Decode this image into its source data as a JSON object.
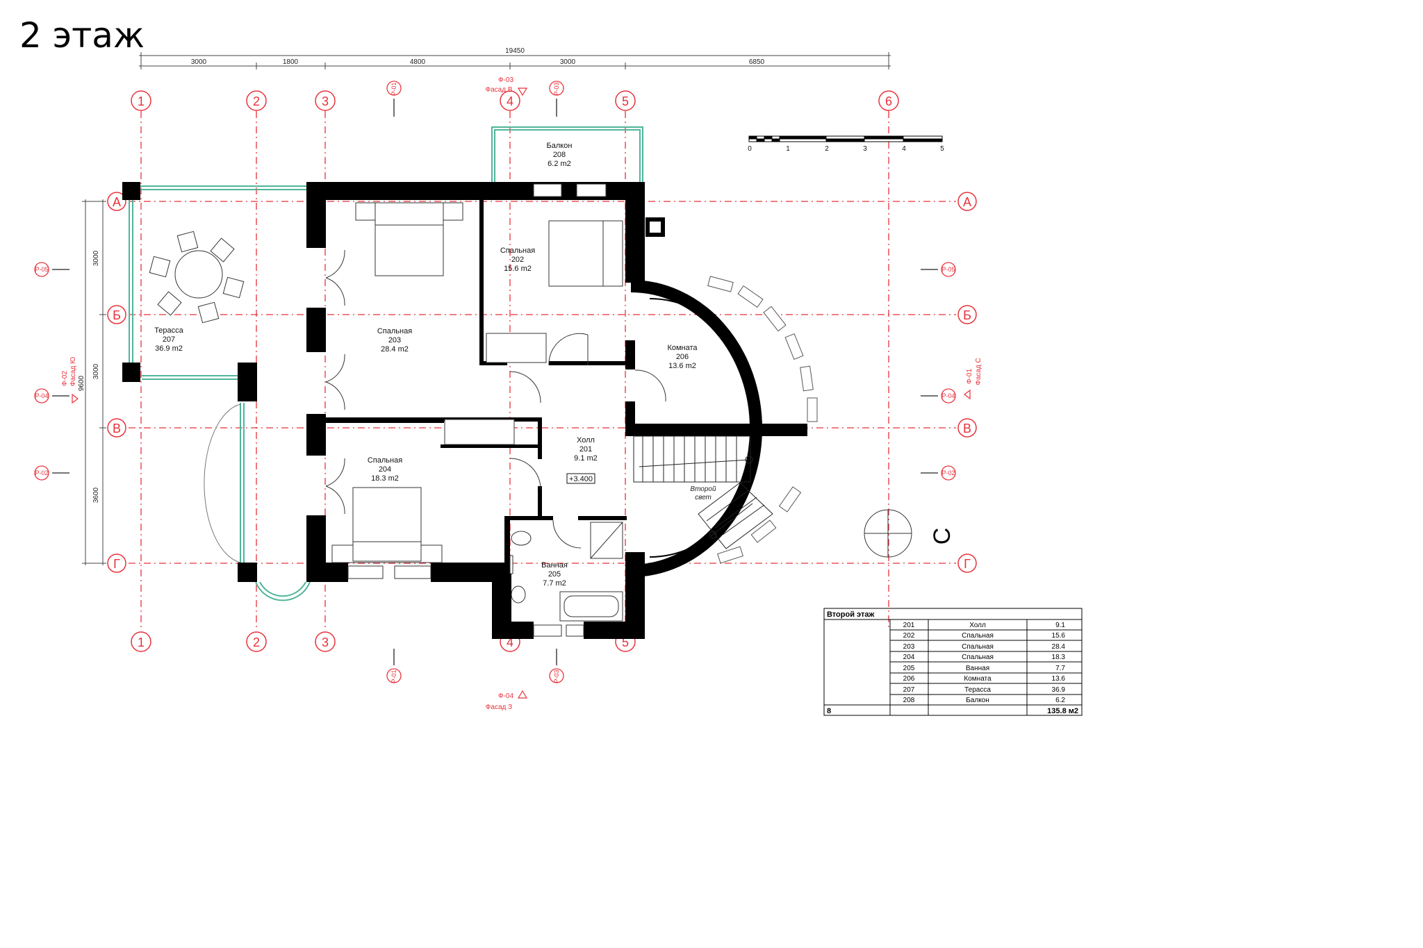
{
  "page_title": "2 этаж",
  "dimensions": {
    "total": "19450",
    "segments": [
      "3000",
      "1800",
      "4800",
      "3000",
      "6850"
    ],
    "left_total": "9600",
    "left_segments": [
      "3000",
      "3000",
      "3600"
    ]
  },
  "axes": {
    "numbers": [
      "1",
      "2",
      "3",
      "4",
      "5",
      "6"
    ],
    "letters": [
      "А",
      "Б",
      "В",
      "Г"
    ]
  },
  "section_marks": {
    "p01": "Р-01",
    "p02": "Р-02",
    "p03": "Р-03",
    "p04": "Р-04",
    "p05": "Р-05"
  },
  "facades": {
    "top_code": "Ф-03",
    "top_name": "Фасад В",
    "bottom_code": "Ф-04",
    "bottom_name": "Фасад З",
    "left_code": "Ф-02",
    "left_name": "Фасад Ю",
    "right_code": "Ф-01",
    "right_name": "Фасад С"
  },
  "rooms": {
    "r201": {
      "name": "Холл",
      "num": "201",
      "area": "9.1 m2"
    },
    "r202": {
      "name": "Спальная",
      "num": "202",
      "area": "15.6 m2"
    },
    "r203": {
      "name": "Спальная",
      "num": "203",
      "area": "28.4 m2"
    },
    "r204": {
      "name": "Спальная",
      "num": "204",
      "area": "18.3 m2"
    },
    "r205": {
      "name": "Ванная",
      "num": "205",
      "area": "7.7 m2"
    },
    "r206": {
      "name": "Комната",
      "num": "206",
      "area": "13.6 m2"
    },
    "r207": {
      "name": "Терасса",
      "num": "207",
      "area": "36.9 m2"
    },
    "r208": {
      "name": "Балкон",
      "num": "208",
      "area": "6.2 m2"
    }
  },
  "level_mark": "+3.400",
  "stair_note": {
    "line1": "Второй",
    "line2": "свет"
  },
  "scale_bar": {
    "labels": [
      "0",
      "1",
      "2",
      "3",
      "4",
      "5"
    ]
  },
  "compass_letter": "С",
  "schedule": {
    "title": "Второй этаж",
    "rows": [
      {
        "num": "201",
        "name": "Холл",
        "area": "9.1"
      },
      {
        "num": "202",
        "name": "Спальная",
        "area": "15.6"
      },
      {
        "num": "203",
        "name": "Спальная",
        "area": "28.4"
      },
      {
        "num": "204",
        "name": "Спальная",
        "area": "18.3"
      },
      {
        "num": "205",
        "name": "Ванная",
        "area": "7.7"
      },
      {
        "num": "206",
        "name": "Комната",
        "area": "13.6"
      },
      {
        "num": "207",
        "name": "Терасса",
        "area": "36.9"
      },
      {
        "num": "208",
        "name": "Балкон",
        "area": "6.2"
      }
    ],
    "footer_count": "8",
    "footer_total": "135.8 м2"
  },
  "colors": {
    "axis_red": "#e8313a",
    "wall": "#000000",
    "glass": "#4fb59a"
  }
}
